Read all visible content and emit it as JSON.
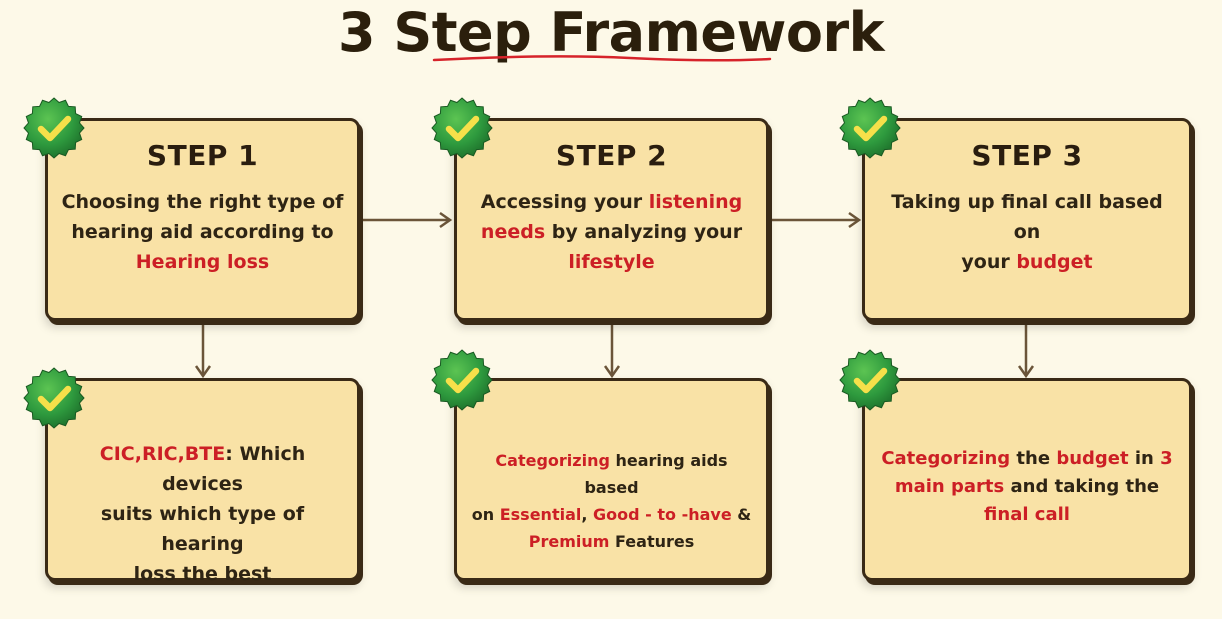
{
  "title": "3 Step Framework",
  "colors": {
    "card_fill": "#f9e2a6",
    "border": "#3a2a16",
    "highlight": "#cc1f25",
    "badge_green": "#2e9a3e",
    "check_yellow": "#f6e04a"
  },
  "steps": [
    {
      "heading": "STEP 1",
      "text": {
        "l1": "Choosing the right type of",
        "l2": "hearing aid according to",
        "l3": "Hearing loss"
      },
      "detail": {
        "p1": "CIC,RIC,BTE",
        "p2": ": Which devices",
        "l2": "suits which type of hearing",
        "l3": "loss the best"
      }
    },
    {
      "heading": "STEP 2",
      "text": {
        "l1a": "Accessing your ",
        "l1b": "listening",
        "l2a": "needs",
        "l2b": " by analyzing your",
        "l3": "lifestyle"
      },
      "detail": {
        "p1": "Categorizing",
        "p2": " hearing aids based",
        "p3": "on ",
        "p4": "Essential",
        "p5": ", ",
        "p6": "Good - to -have",
        "p7": " &",
        "p8": "Premium",
        "p9": " Features"
      }
    },
    {
      "heading": "STEP 3",
      "text": {
        "l1": "Taking up final call based on",
        "l2a": "your ",
        "l2b": "budget"
      },
      "detail": {
        "p1": "Categorizing",
        "p2": " the ",
        "p3": "budget",
        "p4": " in ",
        "p5": "3",
        "p6": "main parts",
        "p7": " and taking the",
        "p8": "final call"
      }
    }
  ]
}
